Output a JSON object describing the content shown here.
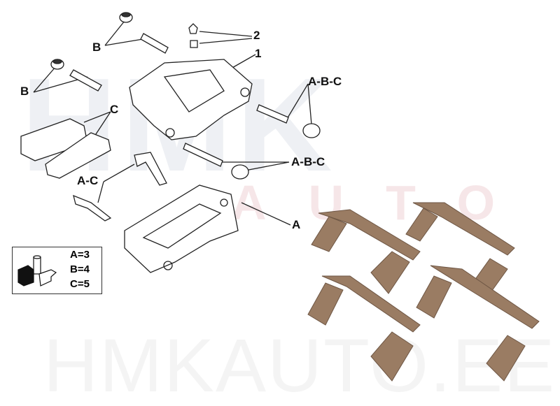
{
  "watermark": {
    "brand": "HMK",
    "sub": "AUTO",
    "site": "HMKAUTO.EE"
  },
  "callouts": {
    "b_upper": "B",
    "two": "2",
    "one": "1",
    "b_lower": "B",
    "abc_upper": "A-B-C",
    "c": "C",
    "abc_lower": "A-B-C",
    "ac": "A-C",
    "a": "A"
  },
  "legend": {
    "icon": "package-quantity-icon",
    "lines": [
      "A=3",
      "B=4",
      "C=5"
    ]
  },
  "colors": {
    "clip": "#9a7c63",
    "clip_light": "#c9ad92",
    "line": "#222222"
  }
}
